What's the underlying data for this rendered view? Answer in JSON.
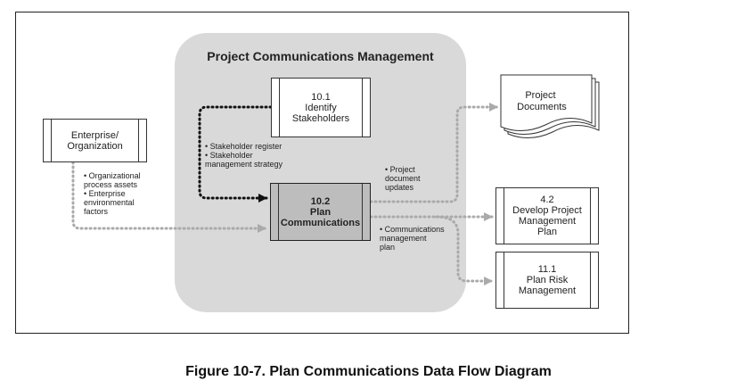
{
  "group_title": "Project Communications Management",
  "processes": {
    "identify": "10.1\nIdentify\nStakeholders",
    "plan": "10.2\nPlan\nCommunications",
    "enterprise": "Enterprise/\nOrganization",
    "pm_plan": "4.2\nDevelop Project\nManagement\nPlan",
    "risk": "11.1\nPlan Risk\nManagement"
  },
  "documents": {
    "project_documents": "Project\nDocuments"
  },
  "flows": {
    "stakeholder": [
      "• Stakeholder register",
      "• Stakeholder\n   management strategy"
    ],
    "enterprise": [
      "• Organizational\n   process assets",
      "• Enterprise\n   environmental\n   factors"
    ],
    "doc_updates": "• Project\n   document\n   updates",
    "comm_plan": "• Communications\n   management\n   plan"
  },
  "caption": "Figure 10-7. Plan Communications Data Flow Diagram"
}
